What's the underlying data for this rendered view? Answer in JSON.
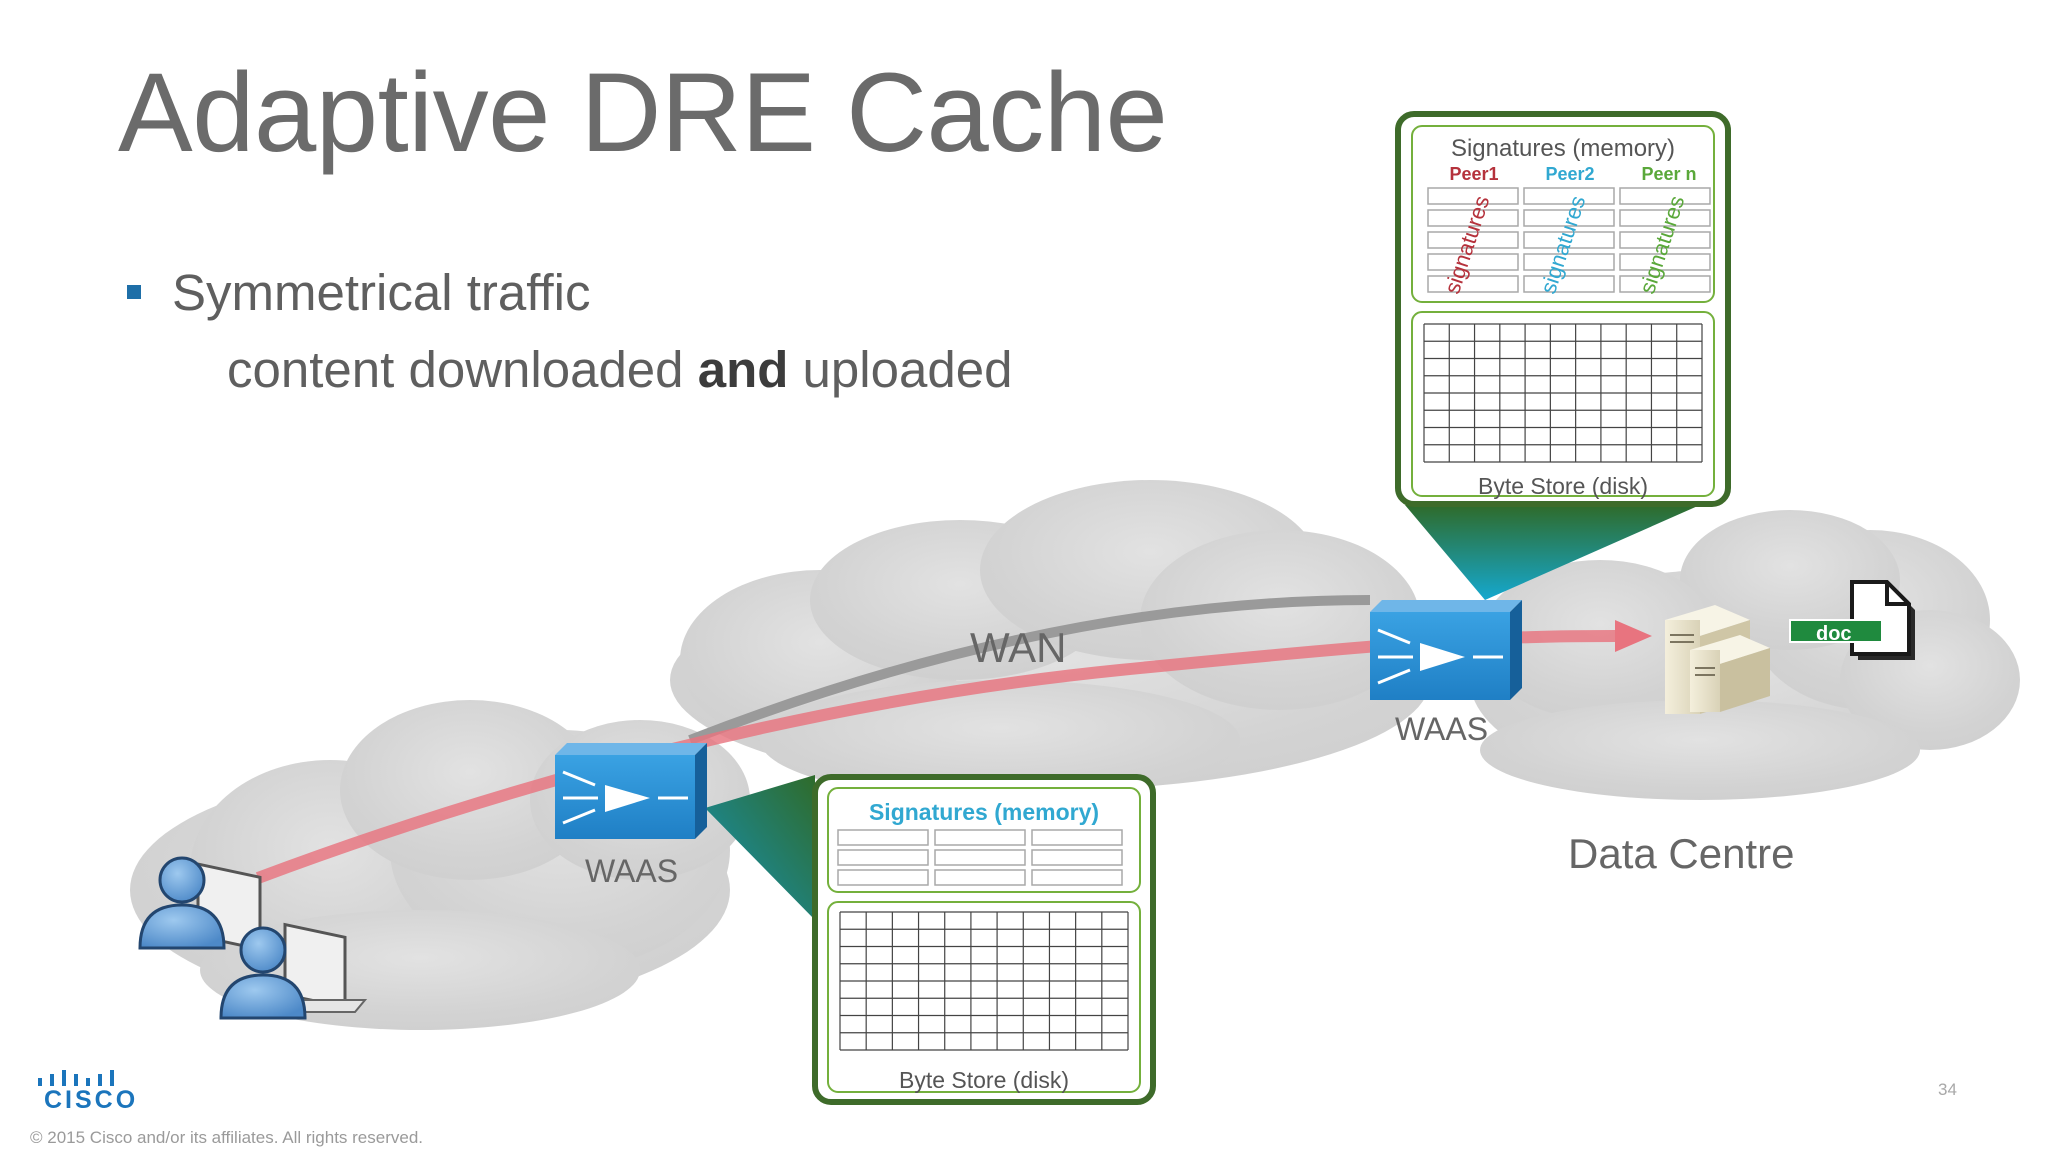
{
  "slide": {
    "title": "Adaptive DRE Cache",
    "bullets": [
      {
        "text": "Symmetrical traffic",
        "subtext_before": "content downloaded ",
        "subtext_bold": "and",
        "subtext_after": " uploaded"
      }
    ],
    "page_number": "34",
    "copyright": "© 2015  Cisco and/or its affiliates. All rights reserved.",
    "logo_text": "CISCO"
  },
  "diagram": {
    "wan_label": "WAN",
    "branch_waas_label": "WAAS",
    "datacentre_waas_label": "WAAS",
    "datacentre_label": "Data Centre",
    "doc_label": "doc",
    "datacentre_cache": {
      "signatures_title": "Signatures (memory)",
      "peers": [
        {
          "name": "Peer1",
          "vertical_label": "signatures",
          "color": "#b5323c"
        },
        {
          "name": "Peer2",
          "vertical_label": "signatures",
          "color": "#31a8d1"
        },
        {
          "name": "Peer n",
          "vertical_label": "signatures",
          "color": "#5aa83a"
        }
      ],
      "byte_store_label": "Byte Store (disk)"
    },
    "branch_cache": {
      "signatures_title": "Signatures (memory)",
      "byte_store_label": "Byte Store (disk)"
    }
  },
  "colors": {
    "title_text": "#6b6b6b",
    "bullet_marker": "#1e6fa8",
    "frame_border": "#3e6b2a",
    "traffic_arrow": "#e8747f",
    "waas_device": "#2b8fd3",
    "cisco_blue": "#1b75bc"
  }
}
